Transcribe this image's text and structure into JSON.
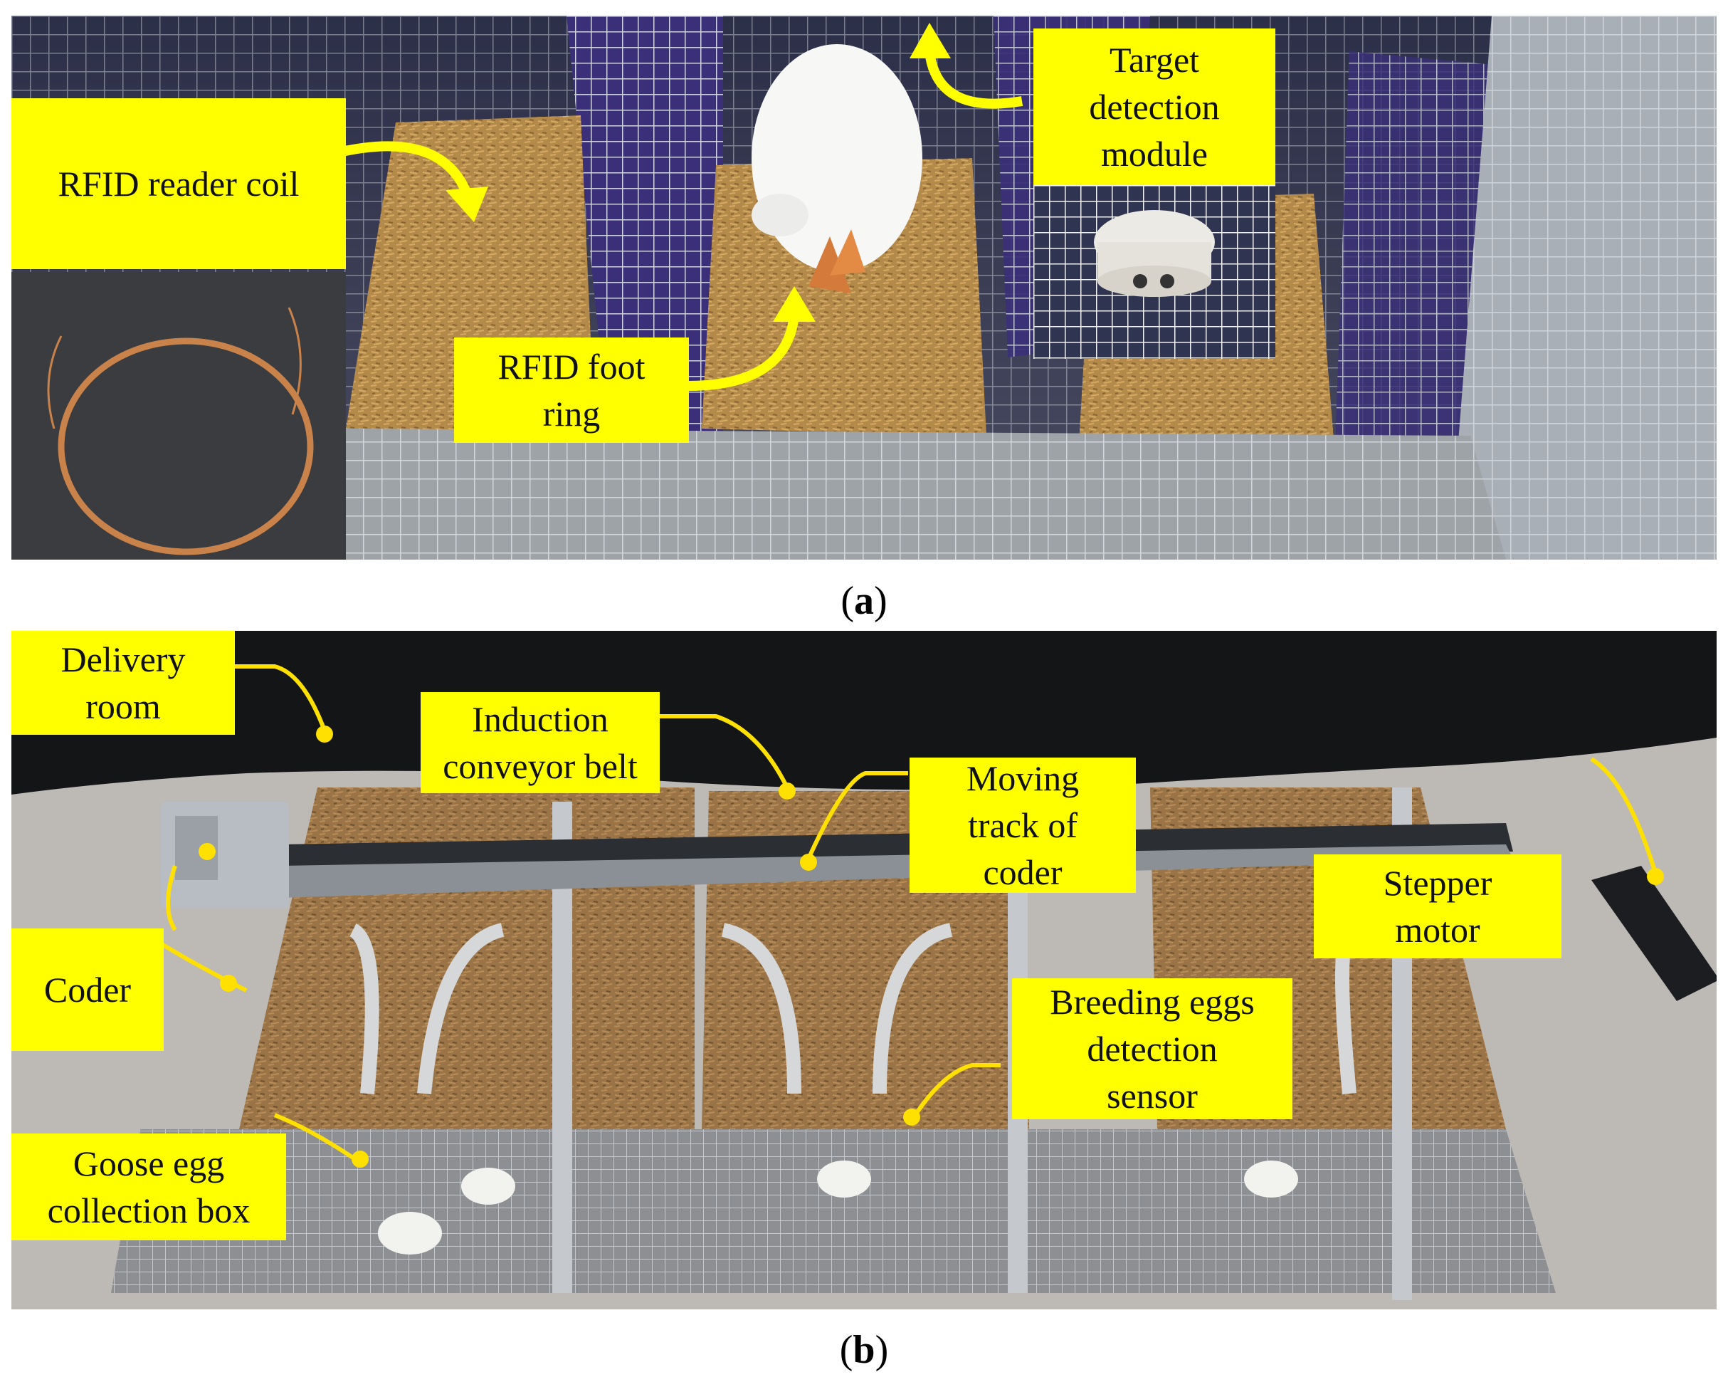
{
  "panel_a": {
    "caption_letter": "a",
    "labels": {
      "rfid_reader_coil": "RFID reader coil",
      "target_detection_module": "Target\ndetection\nmodule",
      "rfid_foot_ring": "RFID foot\nring"
    }
  },
  "panel_b": {
    "caption_letter": "b",
    "labels": {
      "delivery_room": "Delivery\nroom",
      "induction_conveyor_belt": "Induction\nconveyor belt",
      "moving_track_of_coder": "Moving\ntrack of\ncoder",
      "stepper_motor": "Stepper\nmotor",
      "coder": "Coder",
      "breeding_eggs_detection_sensor": "Breeding eggs\ndetection\nsensor",
      "goose_egg_collection_box": "Goose egg\ncollection box"
    }
  },
  "colors": {
    "label_bg": "#ffff00",
    "arrow": "#ffff00",
    "leader": "#ffe000"
  }
}
